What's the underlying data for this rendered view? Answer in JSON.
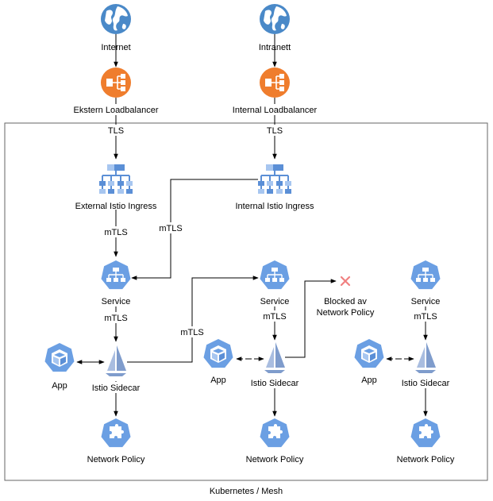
{
  "colors": {
    "globe": "#4a89c8",
    "loadbalancer": "#ef7d2d",
    "ingress_dark": "#5b8fd6",
    "ingress_light": "#a7c6f0",
    "k8s": "#6b9fe3",
    "k8s_dark": "#3e74c4",
    "sidecar": "#7f9ccc",
    "blocked": "#f08080",
    "line": "#000000",
    "border": "#666666"
  },
  "labels": {
    "internet": "Internet",
    "intranet": "Intranett",
    "ekstern_lb": "Ekstern Loadbalancer",
    "internal_lb": "Internal Loadbalancer",
    "tls_left": "TLS",
    "tls_right": "TLS",
    "external_ingress": "External Istio Ingress",
    "internal_ingress": "Internal Istio Ingress",
    "mtls_left": "mTLS",
    "mtls_internal": "mTLS",
    "mtls_cross": "mTLS",
    "service_1": "Service",
    "service_2": "Service",
    "service_3": "Service",
    "mtls_svc_1": "mTLS",
    "mtls_svc_2": "mTLS",
    "mtls_svc_3": "mTLS",
    "blocked_line1": "Blocked av",
    "blocked_line2": "Network Policy",
    "app_1": "App",
    "app_2": "App",
    "app_3": "App",
    "sidecar_1": "Istio Sidecar",
    "sidecar_2": "Istio Sidecar",
    "sidecar_3": "Istio Sidecar",
    "netpol_1": "Network Policy",
    "netpol_2": "Network Policy",
    "netpol_3": "Network Policy",
    "mesh": "Kubernetes / Mesh"
  }
}
